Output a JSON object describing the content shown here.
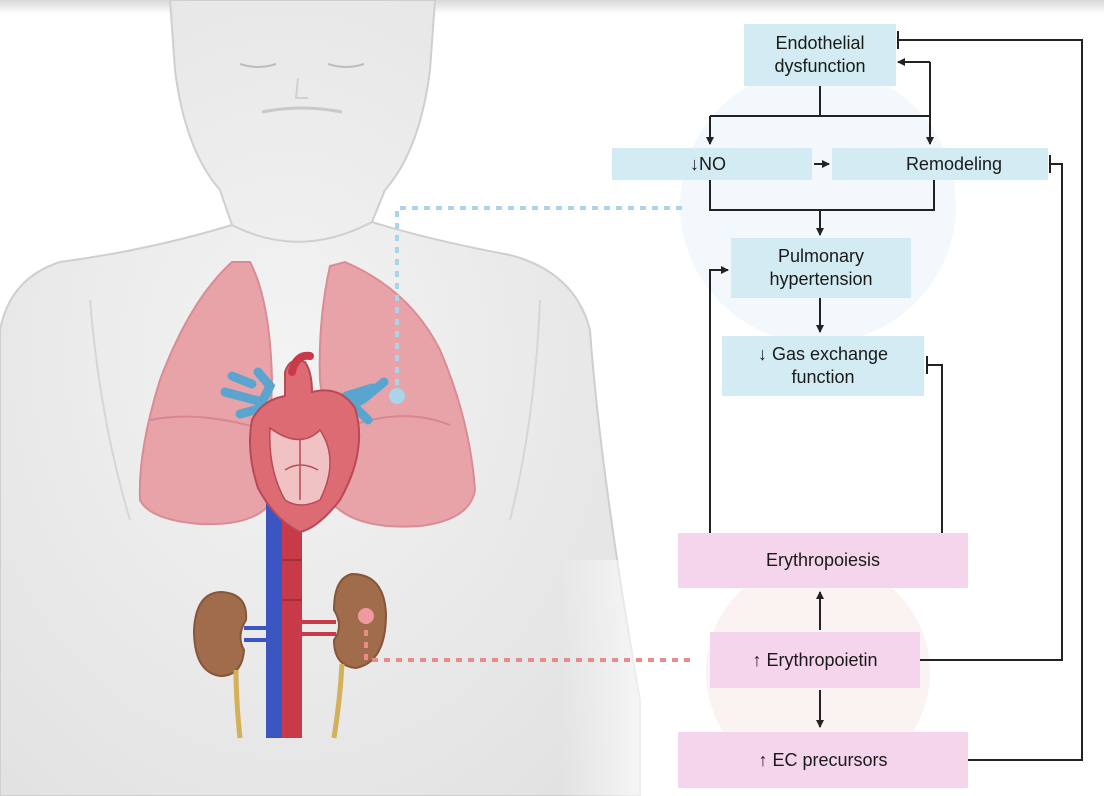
{
  "nodes": {
    "endothelial_dysfunction": "Endothelial\ndysfunction",
    "decreased_no": "↓NO",
    "remodeling": "Remodeling",
    "pulmonary_hypertension": "Pulmonary\nhypertension",
    "gas_exchange": "↓ Gas exchange\nfunction",
    "erythropoiesis": "Erythropoiesis",
    "erythropoietin": "↑ Erythropoietin",
    "ec_precursors": "↑ EC precursors"
  },
  "colors": {
    "lung_node": "#d3ebf2",
    "kidney_node": "#f5d5ec",
    "lung_connector": "#a9d4ea",
    "kidney_connector": "#e88c86",
    "arrow": "#222222"
  },
  "anatomy": {
    "body": "human-torso-illustration",
    "organs": [
      "lungs",
      "heart",
      "kidneys",
      "aorta",
      "vena-cava"
    ]
  }
}
